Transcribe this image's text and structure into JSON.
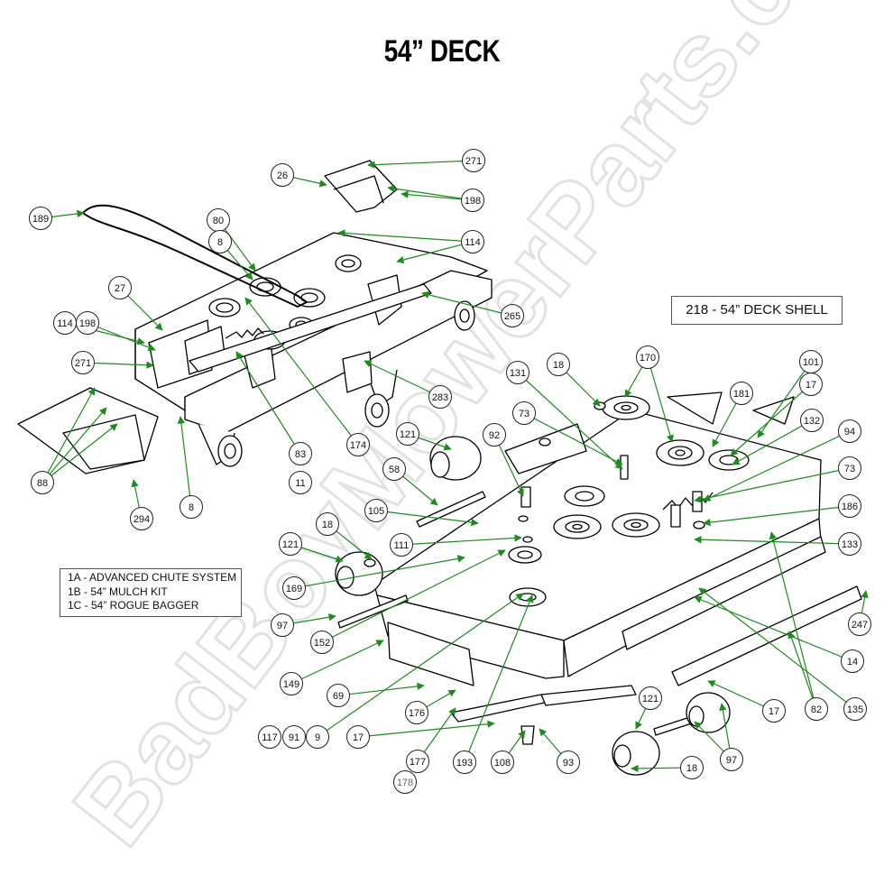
{
  "title": "54” DECK",
  "deck_shell_label": "218 - 54” DECK SHELL",
  "kit_list": [
    "1A - ADVANCED CHUTE SYSTEM",
    "1B - 54” MULCH KIT",
    "1C - 54” ROGUE BAGGER"
  ],
  "watermark": "BadBoyMowerParts.com",
  "colors": {
    "leader": "#1f8a1f",
    "outline": "#000000",
    "watermark": "#e6e6e6"
  },
  "callouts": [
    {
      "id": "c271a",
      "label": "271"
    },
    {
      "id": "c26",
      "label": "26"
    },
    {
      "id": "c198a",
      "label": "198"
    },
    {
      "id": "c189",
      "label": "189"
    },
    {
      "id": "c80",
      "label": "80"
    },
    {
      "id": "c8a",
      "label": "8"
    },
    {
      "id": "c114a",
      "label": "114"
    },
    {
      "id": "c27",
      "label": "27"
    },
    {
      "id": "c114b",
      "label": "114"
    },
    {
      "id": "c198b",
      "label": "198"
    },
    {
      "id": "c265",
      "label": "265"
    },
    {
      "id": "c271b",
      "label": "271"
    },
    {
      "id": "c283",
      "label": "283"
    },
    {
      "id": "c174",
      "label": "174"
    },
    {
      "id": "c83",
      "label": "83"
    },
    {
      "id": "c11",
      "label": "11"
    },
    {
      "id": "c88",
      "label": "88"
    },
    {
      "id": "c294",
      "label": "294"
    },
    {
      "id": "c8b",
      "label": "8"
    },
    {
      "id": "c170",
      "label": "170"
    },
    {
      "id": "c101",
      "label": "101"
    },
    {
      "id": "c18a",
      "label": "18"
    },
    {
      "id": "c131",
      "label": "131"
    },
    {
      "id": "c181",
      "label": "181"
    },
    {
      "id": "c17a",
      "label": "17"
    },
    {
      "id": "c132",
      "label": "132"
    },
    {
      "id": "c73a",
      "label": "73"
    },
    {
      "id": "c94",
      "label": "94"
    },
    {
      "id": "c121a",
      "label": "121"
    },
    {
      "id": "c92",
      "label": "92"
    },
    {
      "id": "c73b",
      "label": "73"
    },
    {
      "id": "c58",
      "label": "58"
    },
    {
      "id": "c186",
      "label": "186"
    },
    {
      "id": "c105",
      "label": "105"
    },
    {
      "id": "c18b",
      "label": "18"
    },
    {
      "id": "c111",
      "label": "111"
    },
    {
      "id": "c133",
      "label": "133"
    },
    {
      "id": "c121b",
      "label": "121"
    },
    {
      "id": "c169",
      "label": "169"
    },
    {
      "id": "c97a",
      "label": "97"
    },
    {
      "id": "c247",
      "label": "247"
    },
    {
      "id": "c152",
      "label": "152"
    },
    {
      "id": "c14",
      "label": "14"
    },
    {
      "id": "c149",
      "label": "149"
    },
    {
      "id": "c69",
      "label": "69"
    },
    {
      "id": "c135",
      "label": "135"
    },
    {
      "id": "c82",
      "label": "82"
    },
    {
      "id": "c17b",
      "label": "17"
    },
    {
      "id": "c121c",
      "label": "121"
    },
    {
      "id": "c176",
      "label": "176"
    },
    {
      "id": "c117",
      "label": "117"
    },
    {
      "id": "c91",
      "label": "91"
    },
    {
      "id": "c9",
      "label": "9"
    },
    {
      "id": "c17c",
      "label": "17"
    },
    {
      "id": "c97b",
      "label": "97"
    },
    {
      "id": "c177",
      "label": "177"
    },
    {
      "id": "c193",
      "label": "193"
    },
    {
      "id": "c108",
      "label": "108"
    },
    {
      "id": "c93",
      "label": "93"
    },
    {
      "id": "c18c",
      "label": "18"
    },
    {
      "id": "c178",
      "label": "178"
    }
  ]
}
